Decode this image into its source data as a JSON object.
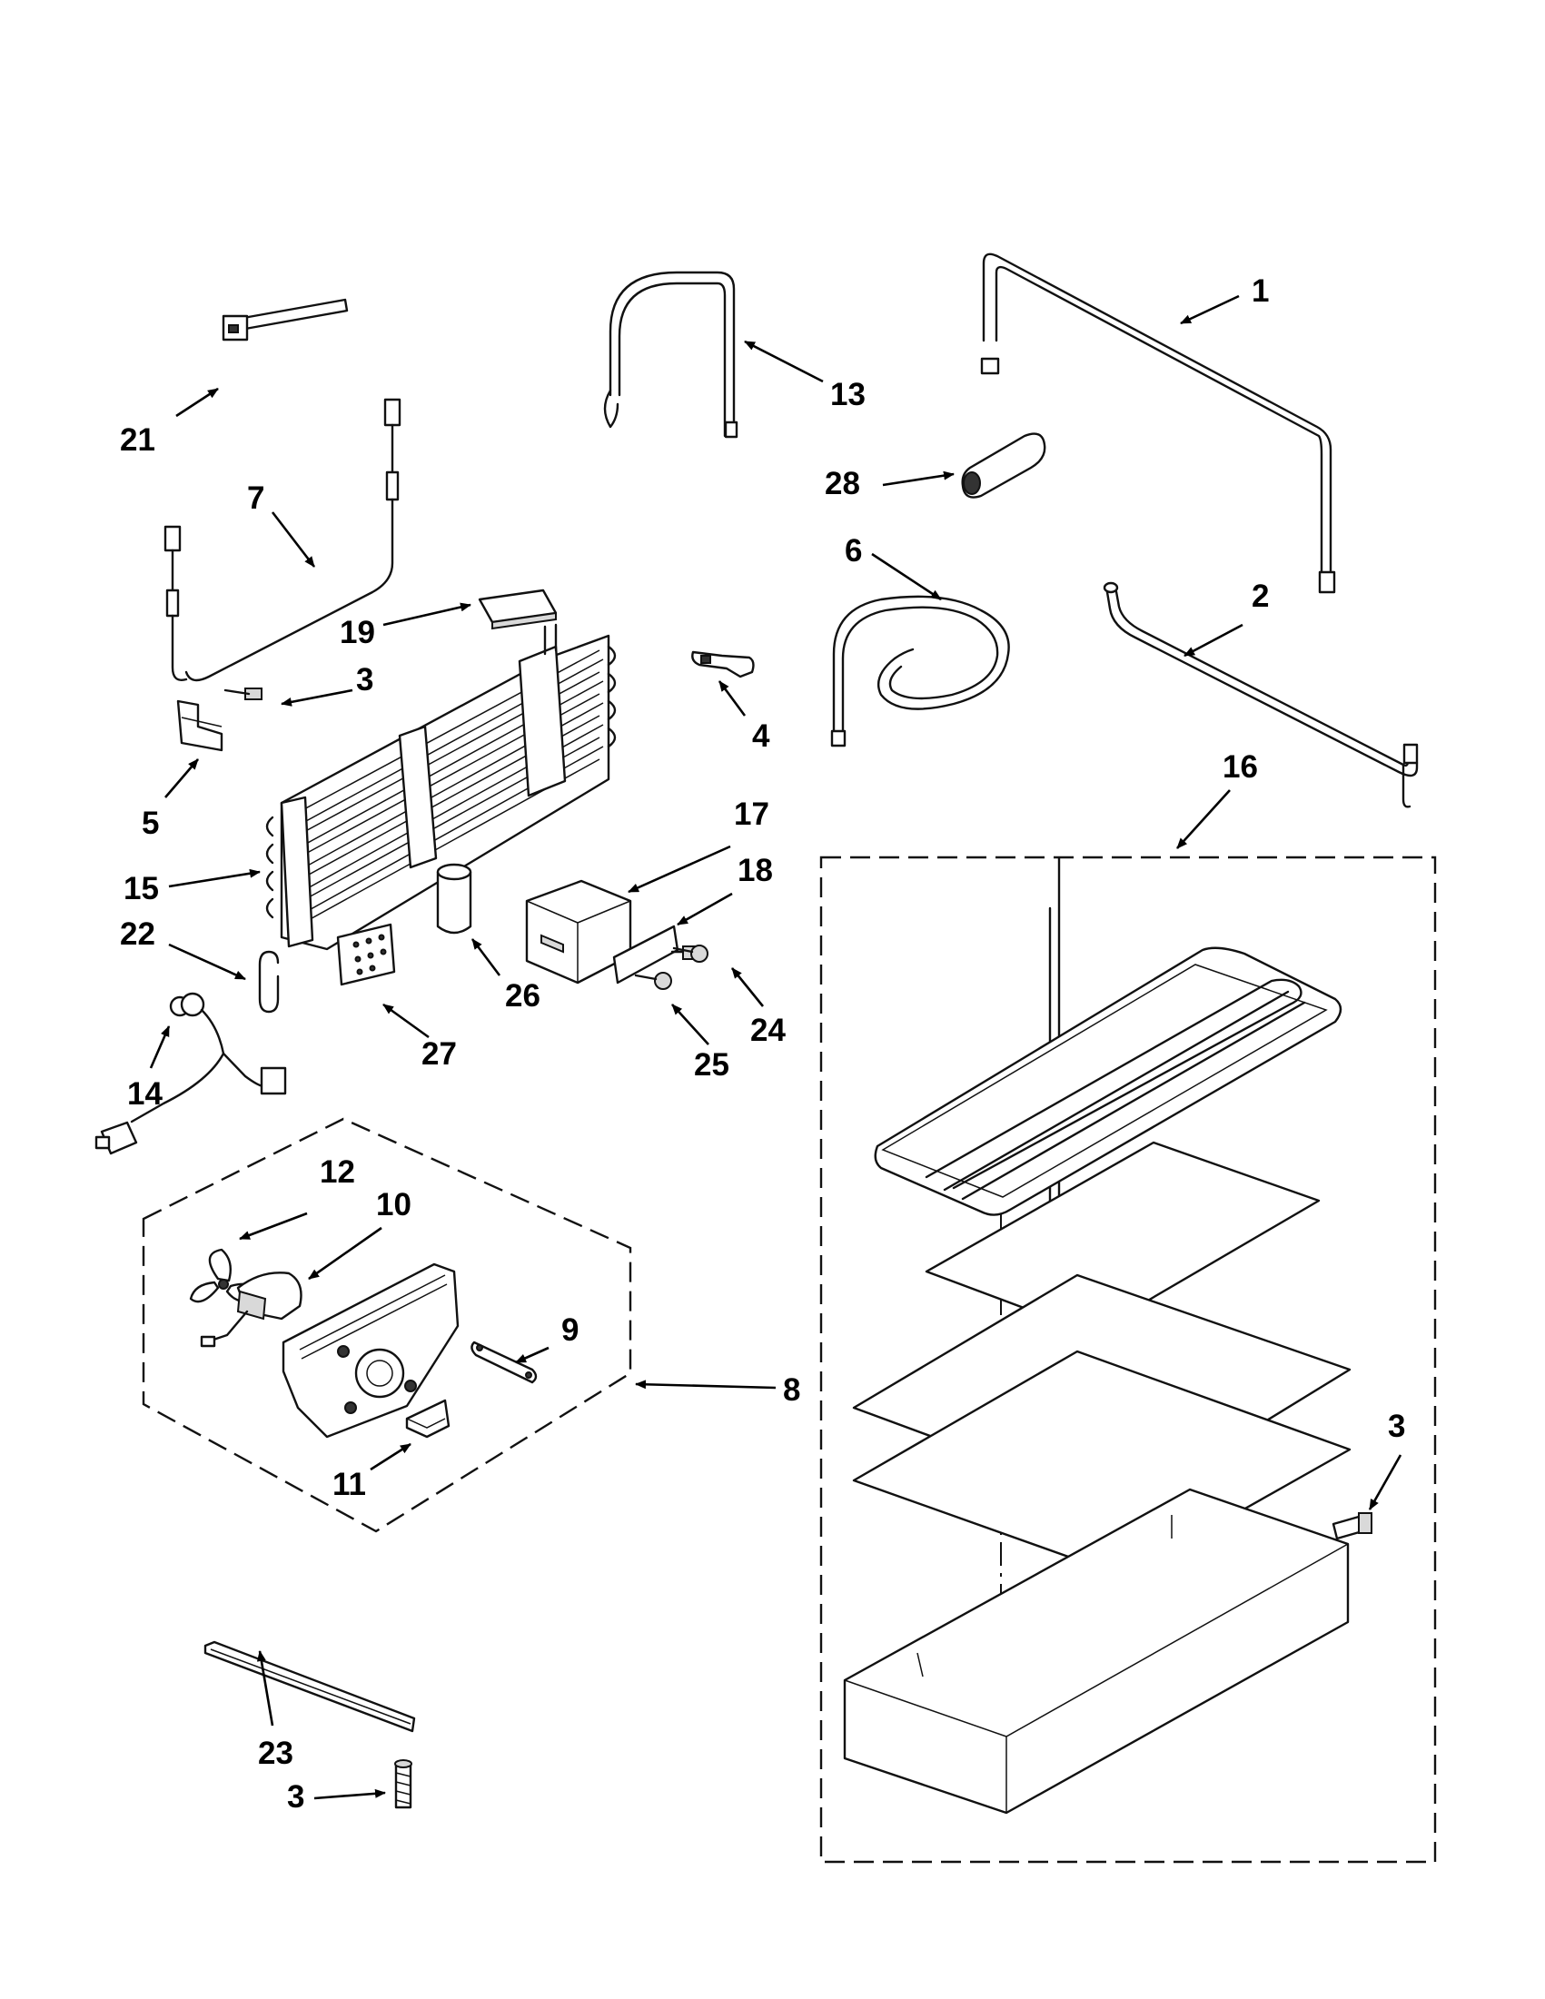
{
  "callouts": [
    {
      "id": "c1",
      "text": "1"
    },
    {
      "id": "c2",
      "text": "2"
    },
    {
      "id": "c3a",
      "text": "3"
    },
    {
      "id": "c3b",
      "text": "3"
    },
    {
      "id": "c3c",
      "text": "3"
    },
    {
      "id": "c4",
      "text": "4"
    },
    {
      "id": "c5",
      "text": "5"
    },
    {
      "id": "c6",
      "text": "6"
    },
    {
      "id": "c7",
      "text": "7"
    },
    {
      "id": "c8",
      "text": "8"
    },
    {
      "id": "c9",
      "text": "9"
    },
    {
      "id": "c10",
      "text": "10"
    },
    {
      "id": "c11",
      "text": "11"
    },
    {
      "id": "c12",
      "text": "12"
    },
    {
      "id": "c13",
      "text": "13"
    },
    {
      "id": "c14",
      "text": "14"
    },
    {
      "id": "c15",
      "text": "15"
    },
    {
      "id": "c16",
      "text": "16"
    },
    {
      "id": "c17",
      "text": "17"
    },
    {
      "id": "c18",
      "text": "18"
    },
    {
      "id": "c19",
      "text": "19"
    },
    {
      "id": "c21",
      "text": "21"
    },
    {
      "id": "c22",
      "text": "22"
    },
    {
      "id": "c23",
      "text": "23"
    },
    {
      "id": "c24",
      "text": "24"
    },
    {
      "id": "c25",
      "text": "25"
    },
    {
      "id": "c26",
      "text": "26"
    },
    {
      "id": "c27",
      "text": "27"
    },
    {
      "id": "c28",
      "text": "28"
    }
  ]
}
